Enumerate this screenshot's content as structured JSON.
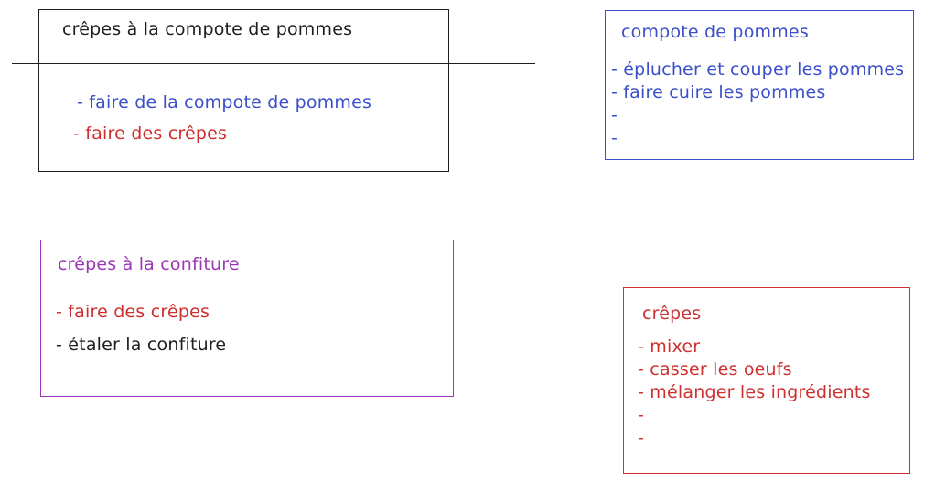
{
  "colors": {
    "black": "#1e1e1e",
    "blue": "#3b4fc9",
    "purple": "#9c36b5",
    "red": "#cf2f2f"
  },
  "cards": [
    {
      "title": "crêpes à la compote de pommes",
      "color": "#1e1e1e",
      "items": [
        {
          "text": "- faire de la compote de pommes",
          "color": "#3b4fc9"
        },
        {
          "text": "- faire des crêpes",
          "color": "#cf2f2f"
        }
      ]
    },
    {
      "title": "compote de pommes",
      "color": "#3b4fc9",
      "items": [
        {
          "text": "- éplucher et couper les pommes",
          "color": "#3b4fc9"
        },
        {
          "text": "- faire cuire les pommes",
          "color": "#3b4fc9"
        },
        {
          "text": "-",
          "color": "#3b4fc9"
        },
        {
          "text": "-",
          "color": "#3b4fc9"
        }
      ]
    },
    {
      "title": "crêpes à la confiture",
      "color": "#9c36b5",
      "items": [
        {
          "text": "- faire des crêpes",
          "color": "#cf2f2f"
        },
        {
          "text": "- étaler la confiture",
          "color": "#1e1e1e"
        }
      ]
    },
    {
      "title": "crêpes",
      "color": "#cf2f2f",
      "items": [
        {
          "text": "- mixer",
          "color": "#cf2f2f"
        },
        {
          "text": "- casser les oeufs",
          "color": "#cf2f2f"
        },
        {
          "text": "- mélanger les ingrédients",
          "color": "#cf2f2f"
        },
        {
          "text": "-",
          "color": "#cf2f2f"
        },
        {
          "text": "-",
          "color": "#cf2f2f"
        }
      ]
    }
  ]
}
